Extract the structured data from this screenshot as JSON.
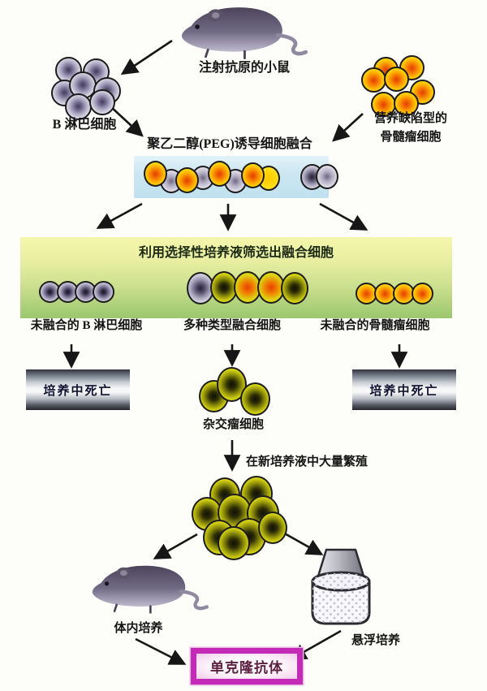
{
  "labels": {
    "injected_mouse": "注射抗原的小鼠",
    "b_cells": "B 淋巴细胞",
    "myeloma_1": "营养缺陷型的",
    "myeloma_2": "骨髓瘤细胞",
    "peg_title": "聚乙二醇(PEG)诱导细胞融合",
    "selection_title": "利用选择性培养液筛选出融合细胞",
    "unfused_b": "未融合的 B 淋巴细胞",
    "fused_mixed": "多种类型融合细胞",
    "unfused_myeloma": "未融合的骨髓瘤细胞",
    "die_left": "培养中死亡",
    "die_right": "培养中死亡",
    "hybridoma": "杂交瘤细胞",
    "proliferate": "在新培养液中大量繁殖",
    "in_vivo": "体内培养",
    "suspension": "悬浮培养",
    "monoclonal": "单克隆抗体"
  },
  "icons": {
    "mouse_top": "mouse-icon",
    "mouse_bottom": "mouse-icon",
    "flask": "culture-flask-icon",
    "arrows": "flow-arrow-icon"
  },
  "colors": {
    "background": "#fdfdfa",
    "peg_band": "#cfe8f3",
    "selection_band_top": "#f4f6ac",
    "selection_band_bottom": "#9cc66e",
    "b_cell_center": "#433b56",
    "myeloma_center": "#f57900",
    "hybridoma_yellow": "#eef013",
    "die_bar_text": "#101030",
    "result_border": "#c32bb7",
    "result_text": "#5c1f3f",
    "arrow": "#161616"
  }
}
